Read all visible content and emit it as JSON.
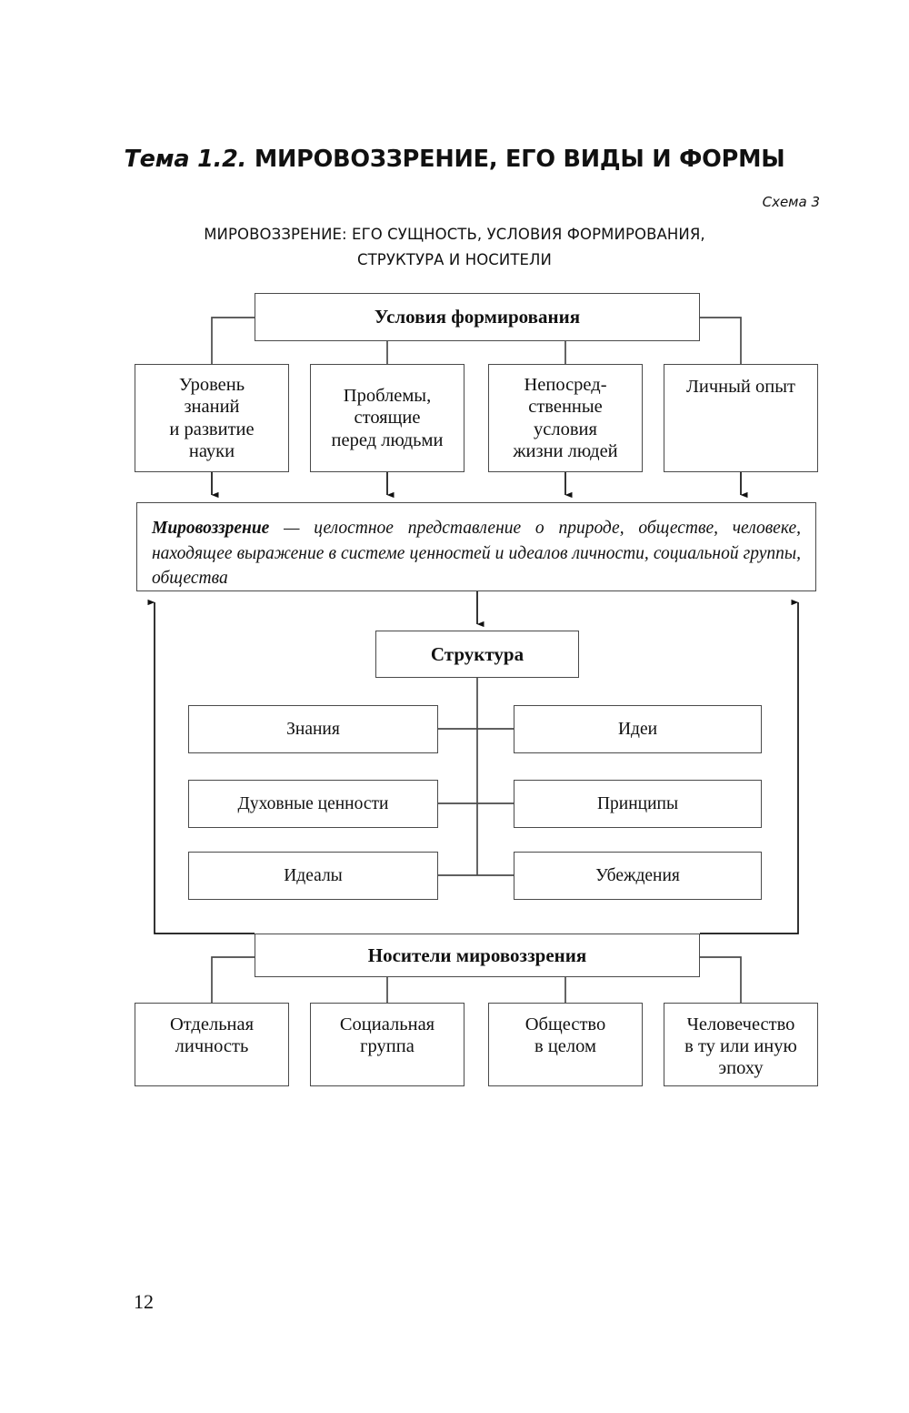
{
  "page": {
    "number": "12",
    "title_italic": "Тема 1.2.",
    "title_bold": "МИРОВОЗЗРЕНИЕ, ЕГО ВИДЫ И ФОРМЫ",
    "scheme_label": "Схема 3",
    "scheme_caption_line1": "МИРОВОЗЗРЕНИЕ: ЕГО СУЩНОСТЬ, УСЛОВИЯ ФОРМИРОВАНИЯ,",
    "scheme_caption_line2": "СТРУКТУРА И НОСИТЕЛИ"
  },
  "colors": {
    "stroke": "#4a4a4a",
    "text": "#111111",
    "background": "#ffffff"
  },
  "diagram": {
    "conditions_header": "Условия формирования",
    "conditions": [
      {
        "line1": "Уровень",
        "line2": "знаний",
        "line3": "и развитие",
        "line4": "науки"
      },
      {
        "line1": "Проблемы,",
        "line2": "стоящие",
        "line3": "перед людьми"
      },
      {
        "line1": "Непосред-",
        "line2": "ственные",
        "line3": "условия",
        "line4": "жизни людей"
      },
      {
        "line1": "Личный опыт"
      }
    ],
    "definition": {
      "term": "Мировоззрение",
      "dash": " — ",
      "body": "целостное представление о природе, обществе, человеке, находящее выражение в системе ценностей и идеалов личности, социальной группы, общества"
    },
    "structure_header": "Структура",
    "structure_left": [
      "Знания",
      "Духовные ценности",
      "Идеалы"
    ],
    "structure_right": [
      "Идеи",
      "Принципы",
      "Убеждения"
    ],
    "carriers_header": "Носители мировоззрения",
    "carriers": [
      {
        "line1": "Отдельная",
        "line2": "личность"
      },
      {
        "line1": "Социальная",
        "line2": "группа"
      },
      {
        "line1": "Общество",
        "line2": "в целом"
      },
      {
        "line1": "Человечество",
        "line2": "в ту или иную",
        "line3": "эпоху"
      }
    ]
  }
}
